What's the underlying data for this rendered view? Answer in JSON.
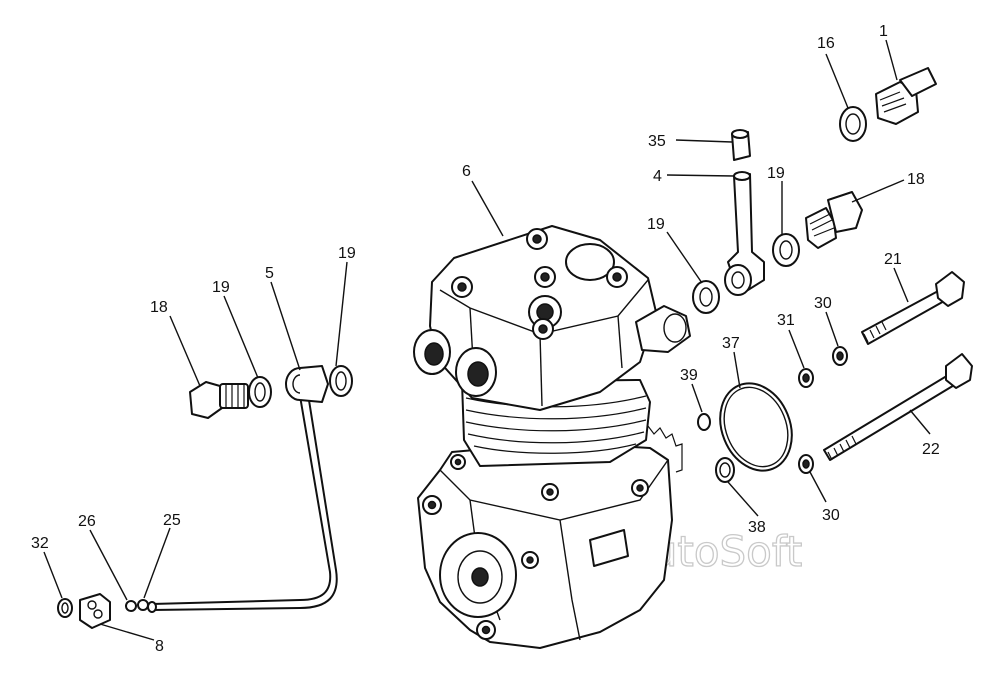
{
  "watermark": "AutoSoft",
  "callouts": [
    {
      "id": "c1",
      "text": "1"
    },
    {
      "id": "c16",
      "text": "16"
    },
    {
      "id": "c35",
      "text": "35"
    },
    {
      "id": "c4",
      "text": "4"
    },
    {
      "id": "c19a",
      "text": "19"
    },
    {
      "id": "c18a",
      "text": "18"
    },
    {
      "id": "c6",
      "text": "6"
    },
    {
      "id": "c19b",
      "text": "19"
    },
    {
      "id": "c21",
      "text": "21"
    },
    {
      "id": "c19c",
      "text": "19"
    },
    {
      "id": "c19d",
      "text": "19"
    },
    {
      "id": "c5",
      "text": "5"
    },
    {
      "id": "c18b",
      "text": "18"
    },
    {
      "id": "c31",
      "text": "31"
    },
    {
      "id": "c30a",
      "text": "30"
    },
    {
      "id": "c37",
      "text": "37"
    },
    {
      "id": "c39",
      "text": "39"
    },
    {
      "id": "c22",
      "text": "22"
    },
    {
      "id": "c30b",
      "text": "30"
    },
    {
      "id": "c38",
      "text": "38"
    },
    {
      "id": "c26",
      "text": "26"
    },
    {
      "id": "c25",
      "text": "25"
    },
    {
      "id": "c32",
      "text": "32"
    },
    {
      "id": "c8",
      "text": "8"
    }
  ]
}
